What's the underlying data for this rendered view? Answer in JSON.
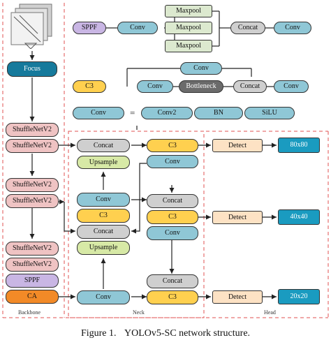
{
  "legend": {
    "sppf": {
      "label": "SPPF",
      "conv_a": "Conv",
      "maxpool": [
        "Maxpool",
        "Maxpool",
        "Maxpool"
      ],
      "concat": "Concat",
      "conv_b": "Conv"
    },
    "c3": {
      "label": "C3",
      "conv_top": "Conv",
      "conv_left": "Conv",
      "bottleneck": "Bottleneck",
      "concat": "Concat",
      "conv_right": "Conv"
    },
    "conv": {
      "label": "Conv",
      "equals": "=",
      "conv2": "Conv2",
      "bn": "BN",
      "silu": "SiLU"
    }
  },
  "backbone": {
    "focus": "Focus",
    "shuffle": [
      "ShuffleNetV2",
      "ShuffleNetV2",
      "ShuffleNetV2",
      "ShuffleNetV2",
      "ShuffleNetV2",
      "ShuffleNetV2"
    ],
    "sppf": "SPPF",
    "ca": "CA",
    "section_label": "Backbone"
  },
  "neck": {
    "left": {
      "concat_1": "Concat",
      "upsample_1": "Upsample",
      "conv_1": "Conv",
      "c3_1": "C3",
      "concat_2": "Concat",
      "upsample_2": "Upsample",
      "conv_2": "Conv"
    },
    "right": {
      "c3_1": "C3",
      "conv_1": "Conv",
      "concat_1": "Concat",
      "c3_2": "C3",
      "conv_2": "Conv",
      "concat_2": "Concat",
      "c3_3": "C3"
    },
    "section_label": "Neck"
  },
  "head": {
    "detect": [
      "Detect",
      "Detect",
      "Detect"
    ],
    "outputs": [
      "80x80",
      "40x40",
      "20x20"
    ],
    "section_label": "Head"
  },
  "caption": {
    "figure": "Figure 1.",
    "title": "YOLOv5-SC network structure."
  },
  "colors": {
    "conv": "#8fc7d6",
    "focus": "#167a9c",
    "concat": "#cfcfcf",
    "c3": "#ffd04f",
    "upsample": "#d7e9a6",
    "shufflenet": "#efc3c3",
    "sppf": "#c9b6e4",
    "ca": "#f28a27",
    "detect": "#fde2c4",
    "output": "#1a9bc0",
    "bottleneck": "#6b6b6b"
  }
}
